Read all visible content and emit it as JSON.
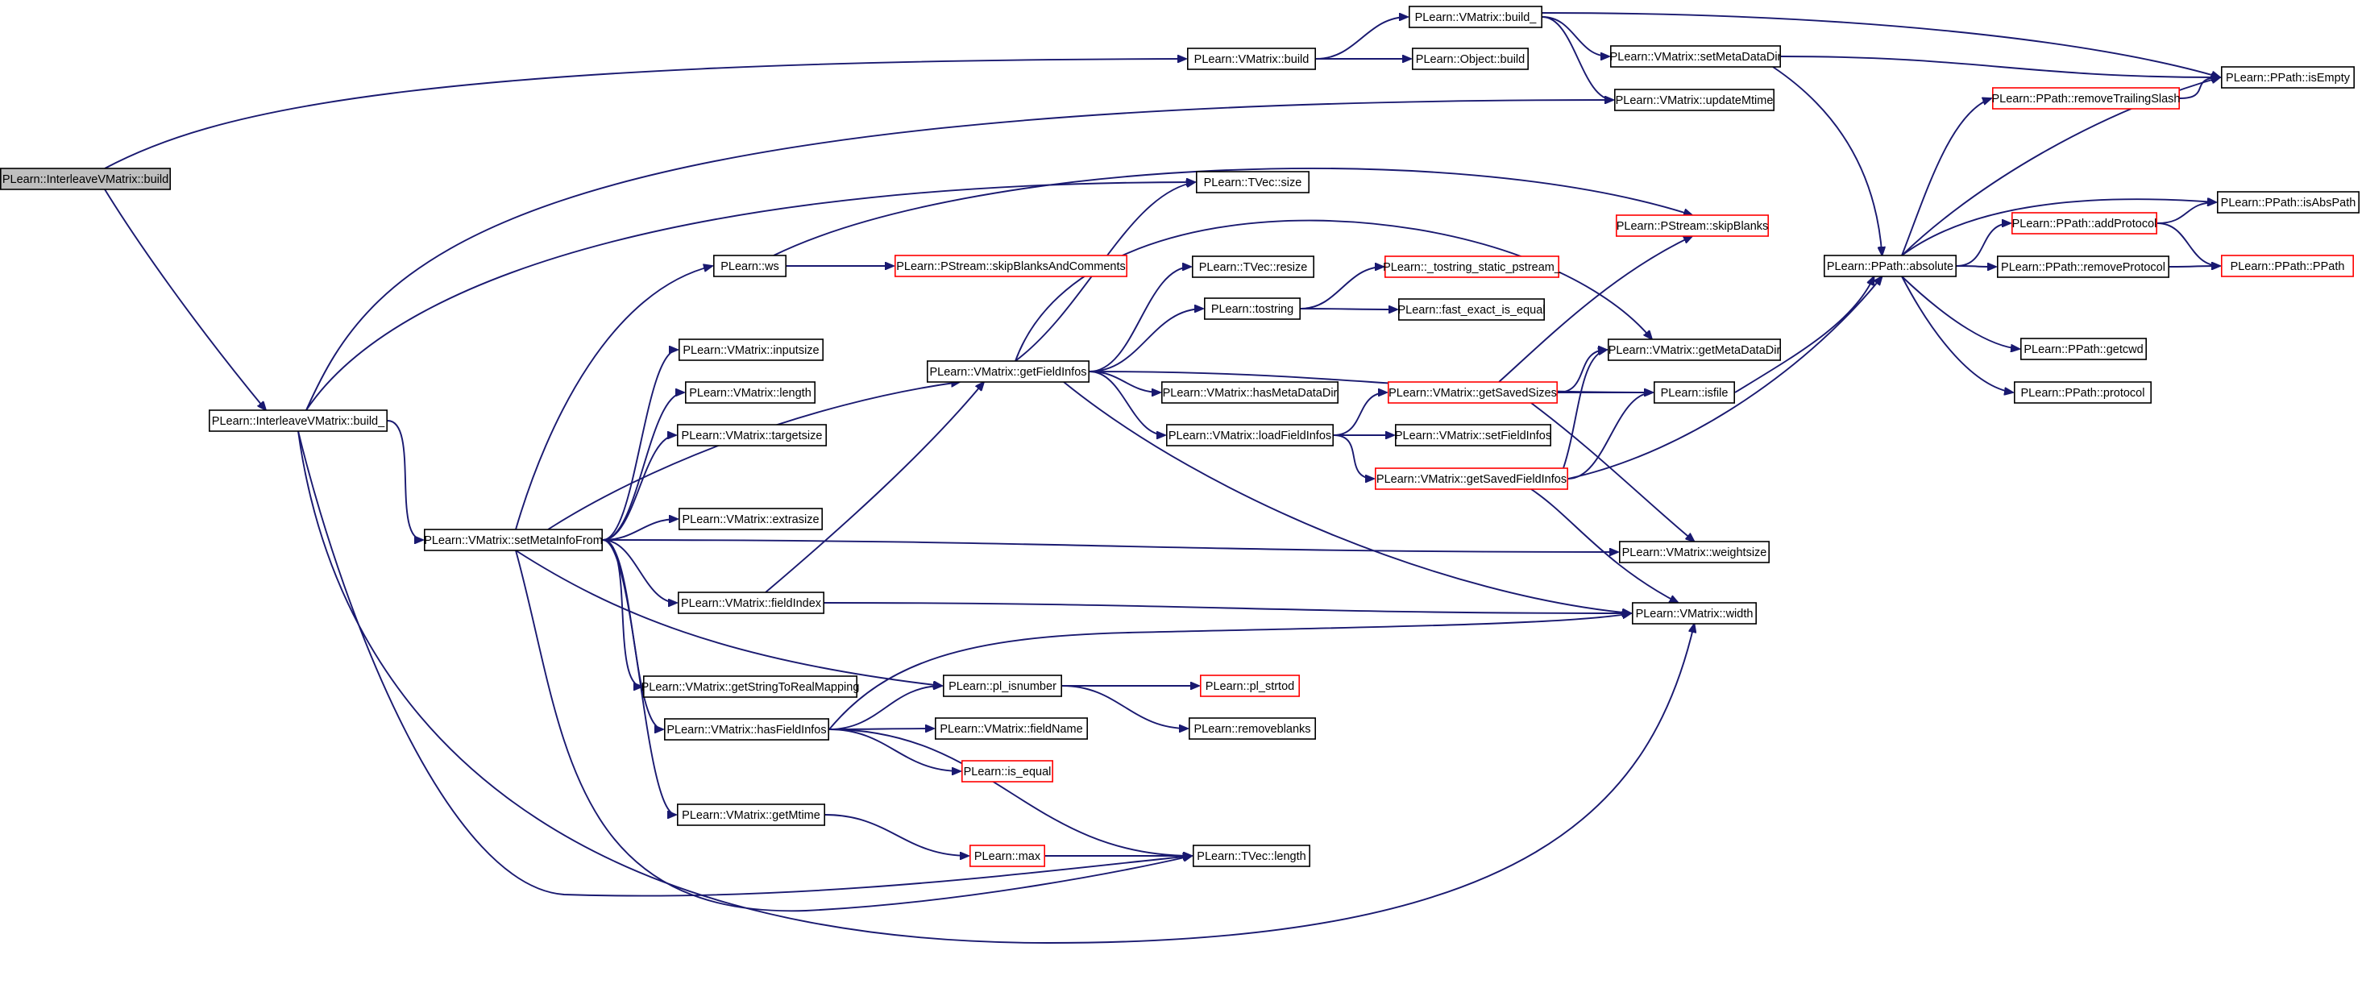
{
  "colors": {
    "edge": "#191970",
    "node_border": "#000000",
    "node_border_truncated": "#ff0000",
    "root_fill": "#bfbfbf",
    "node_fill": "#ffffff",
    "background": "#ffffff"
  },
  "nodes": [
    {
      "id": "root",
      "label": "PLearn::InterleaveVMatrix::build",
      "style": "root"
    },
    {
      "id": "build_",
      "label": "PLearn::InterleaveVMatrix::build_",
      "style": "normal"
    },
    {
      "id": "vm_build",
      "label": "PLearn::VMatrix::build",
      "style": "normal"
    },
    {
      "id": "vm_build_",
      "label": "PLearn::VMatrix::build_",
      "style": "normal"
    },
    {
      "id": "obj_build",
      "label": "PLearn::Object::build",
      "style": "normal"
    },
    {
      "id": "setMetaDataDir",
      "label": "PLearn::VMatrix::setMetaDataDir",
      "style": "normal"
    },
    {
      "id": "updateMtime",
      "label": "PLearn::VMatrix::updateMtime",
      "style": "normal"
    },
    {
      "id": "isEmpty",
      "label": "PLearn::PPath::isEmpty",
      "style": "normal"
    },
    {
      "id": "removeTrailingSlash",
      "label": "PLearn::PPath::removeTrailingSlash",
      "style": "red"
    },
    {
      "id": "isAbsPath",
      "label": "PLearn::PPath::isAbsPath",
      "style": "normal"
    },
    {
      "id": "addProtocol",
      "label": "PLearn::PPath::addProtocol",
      "style": "red"
    },
    {
      "id": "absolute",
      "label": "PLearn::PPath::absolute",
      "style": "normal"
    },
    {
      "id": "removeProtocol",
      "label": "PLearn::PPath::removeProtocol",
      "style": "normal"
    },
    {
      "id": "PPath",
      "label": "PLearn::PPath::PPath",
      "style": "red"
    },
    {
      "id": "getcwd",
      "label": "PLearn::PPath::getcwd",
      "style": "normal"
    },
    {
      "id": "protocol",
      "label": "PLearn::PPath::protocol",
      "style": "normal"
    },
    {
      "id": "tvec_size",
      "label": "PLearn::TVec::size",
      "style": "normal"
    },
    {
      "id": "skipBlanks",
      "label": "PLearn::PStream::skipBlanks",
      "style": "red"
    },
    {
      "id": "ws",
      "label": "PLearn::ws",
      "style": "normal"
    },
    {
      "id": "skipBlanksAndComments",
      "label": "PLearn::PStream::skipBlanksAndComments",
      "style": "red"
    },
    {
      "id": "tvec_resize",
      "label": "PLearn::TVec::resize",
      "style": "normal"
    },
    {
      "id": "tostring_static",
      "label": "PLearn::_tostring_static_pstream_",
      "style": "red"
    },
    {
      "id": "tostring",
      "label": "PLearn::tostring",
      "style": "normal"
    },
    {
      "id": "fast_exact",
      "label": "PLearn::fast_exact_is_equal",
      "style": "normal"
    },
    {
      "id": "inputsize",
      "label": "PLearn::VMatrix::inputsize",
      "style": "normal"
    },
    {
      "id": "getFieldInfos",
      "label": "PLearn::VMatrix::getFieldInfos",
      "style": "normal"
    },
    {
      "id": "getMetaDataDir",
      "label": "PLearn::VMatrix::getMetaDataDir",
      "style": "normal"
    },
    {
      "id": "vm_length",
      "label": "PLearn::VMatrix::length",
      "style": "normal"
    },
    {
      "id": "hasMetaDataDir",
      "label": "PLearn::VMatrix::hasMetaDataDir",
      "style": "normal"
    },
    {
      "id": "getSavedSizes",
      "label": "PLearn::VMatrix::getSavedSizes",
      "style": "red"
    },
    {
      "id": "isfile",
      "label": "PLearn::isfile",
      "style": "normal"
    },
    {
      "id": "targetsize",
      "label": "PLearn::VMatrix::targetsize",
      "style": "normal"
    },
    {
      "id": "loadFieldInfos",
      "label": "PLearn::VMatrix::loadFieldInfos",
      "style": "normal"
    },
    {
      "id": "setFieldInfos",
      "label": "PLearn::VMatrix::setFieldInfos",
      "style": "normal"
    },
    {
      "id": "getSavedFieldInfos",
      "label": "PLearn::VMatrix::getSavedFieldInfos",
      "style": "red"
    },
    {
      "id": "extrasize",
      "label": "PLearn::VMatrix::extrasize",
      "style": "normal"
    },
    {
      "id": "setMetaInfoFrom",
      "label": "PLearn::VMatrix::setMetaInfoFrom",
      "style": "normal"
    },
    {
      "id": "weightsize",
      "label": "PLearn::VMatrix::weightsize",
      "style": "normal"
    },
    {
      "id": "fieldIndex",
      "label": "PLearn::VMatrix::fieldIndex",
      "style": "normal"
    },
    {
      "id": "width",
      "label": "PLearn::VMatrix::width",
      "style": "normal"
    },
    {
      "id": "getStringToRealMapping",
      "label": "PLearn::VMatrix::getStringToRealMapping",
      "style": "normal"
    },
    {
      "id": "pl_isnumber",
      "label": "PLearn::pl_isnumber",
      "style": "normal"
    },
    {
      "id": "pl_strtod",
      "label": "PLearn::pl_strtod",
      "style": "red"
    },
    {
      "id": "hasFieldInfos",
      "label": "PLearn::VMatrix::hasFieldInfos",
      "style": "normal"
    },
    {
      "id": "fieldName",
      "label": "PLearn::VMatrix::fieldName",
      "style": "normal"
    },
    {
      "id": "removeblanks",
      "label": "PLearn::removeblanks",
      "style": "normal"
    },
    {
      "id": "is_equal",
      "label": "PLearn::is_equal",
      "style": "red"
    },
    {
      "id": "getMtime",
      "label": "PLearn::VMatrix::getMtime",
      "style": "normal"
    },
    {
      "id": "max",
      "label": "PLearn::max",
      "style": "red"
    },
    {
      "id": "tvec_length",
      "label": "PLearn::TVec::length",
      "style": "normal"
    }
  ],
  "edges": [
    [
      "root",
      "vm_build"
    ],
    [
      "root",
      "build_"
    ],
    [
      "vm_build",
      "vm_build_"
    ],
    [
      "vm_build",
      "obj_build"
    ],
    [
      "vm_build_",
      "isEmpty"
    ],
    [
      "vm_build_",
      "setMetaDataDir"
    ],
    [
      "vm_build_",
      "updateMtime"
    ],
    [
      "setMetaDataDir",
      "isEmpty"
    ],
    [
      "setMetaDataDir",
      "absolute"
    ],
    [
      "build_",
      "updateMtime"
    ],
    [
      "build_",
      "tvec_size"
    ],
    [
      "build_",
      "setMetaInfoFrom"
    ],
    [
      "build_",
      "tvec_length"
    ],
    [
      "build_",
      "width"
    ],
    [
      "absolute",
      "removeTrailingSlash"
    ],
    [
      "absolute",
      "isEmpty"
    ],
    [
      "absolute",
      "isAbsPath"
    ],
    [
      "absolute",
      "addProtocol"
    ],
    [
      "absolute",
      "removeProtocol"
    ],
    [
      "absolute",
      "getcwd"
    ],
    [
      "absolute",
      "protocol"
    ],
    [
      "addProtocol",
      "isAbsPath"
    ],
    [
      "addProtocol",
      "PPath"
    ],
    [
      "removeProtocol",
      "PPath"
    ],
    [
      "removeTrailingSlash",
      "isEmpty"
    ],
    [
      "ws",
      "skipBlanksAndComments"
    ],
    [
      "ws",
      "skipBlanks"
    ],
    [
      "tostring",
      "tostring_static"
    ],
    [
      "tostring",
      "fast_exact"
    ],
    [
      "getFieldInfos",
      "tvec_size"
    ],
    [
      "getFieldInfos",
      "tvec_resize"
    ],
    [
      "getFieldInfos",
      "tostring"
    ],
    [
      "getFieldInfos",
      "getMetaDataDir"
    ],
    [
      "getFieldInfos",
      "hasMetaDataDir"
    ],
    [
      "getFieldInfos",
      "isfile"
    ],
    [
      "getFieldInfos",
      "loadFieldInfos"
    ],
    [
      "getFieldInfos",
      "width"
    ],
    [
      "loadFieldInfos",
      "getSavedSizes"
    ],
    [
      "loadFieldInfos",
      "setFieldInfos"
    ],
    [
      "loadFieldInfos",
      "getSavedFieldInfos"
    ],
    [
      "getSavedSizes",
      "skipBlanks"
    ],
    [
      "getSavedSizes",
      "getMetaDataDir"
    ],
    [
      "getSavedSizes",
      "isfile"
    ],
    [
      "getSavedSizes",
      "weightsize"
    ],
    [
      "getSavedFieldInfos",
      "getMetaDataDir"
    ],
    [
      "getSavedFieldInfos",
      "isfile"
    ],
    [
      "getSavedFieldInfos",
      "absolute"
    ],
    [
      "getSavedFieldInfos",
      "width"
    ],
    [
      "isfile",
      "absolute"
    ],
    [
      "setMetaInfoFrom",
      "ws"
    ],
    [
      "setMetaInfoFrom",
      "inputsize"
    ],
    [
      "setMetaInfoFrom",
      "vm_length"
    ],
    [
      "setMetaInfoFrom",
      "targetsize"
    ],
    [
      "setMetaInfoFrom",
      "getFieldInfos"
    ],
    [
      "setMetaInfoFrom",
      "extrasize"
    ],
    [
      "setMetaInfoFrom",
      "weightsize"
    ],
    [
      "setMetaInfoFrom",
      "fieldIndex"
    ],
    [
      "setMetaInfoFrom",
      "pl_isnumber"
    ],
    [
      "setMetaInfoFrom",
      "getStringToRealMapping"
    ],
    [
      "setMetaInfoFrom",
      "hasFieldInfos"
    ],
    [
      "setMetaInfoFrom",
      "getMtime"
    ],
    [
      "setMetaInfoFrom",
      "tvec_length"
    ],
    [
      "fieldIndex",
      "getFieldInfos"
    ],
    [
      "fieldIndex",
      "width"
    ],
    [
      "hasFieldInfos",
      "pl_isnumber"
    ],
    [
      "hasFieldInfos",
      "fieldName"
    ],
    [
      "hasFieldInfos",
      "is_equal"
    ],
    [
      "hasFieldInfos",
      "tvec_length"
    ],
    [
      "hasFieldInfos",
      "width"
    ],
    [
      "pl_isnumber",
      "pl_strtod"
    ],
    [
      "pl_isnumber",
      "removeblanks"
    ],
    [
      "getMtime",
      "max"
    ],
    [
      "max",
      "tvec_length"
    ]
  ]
}
